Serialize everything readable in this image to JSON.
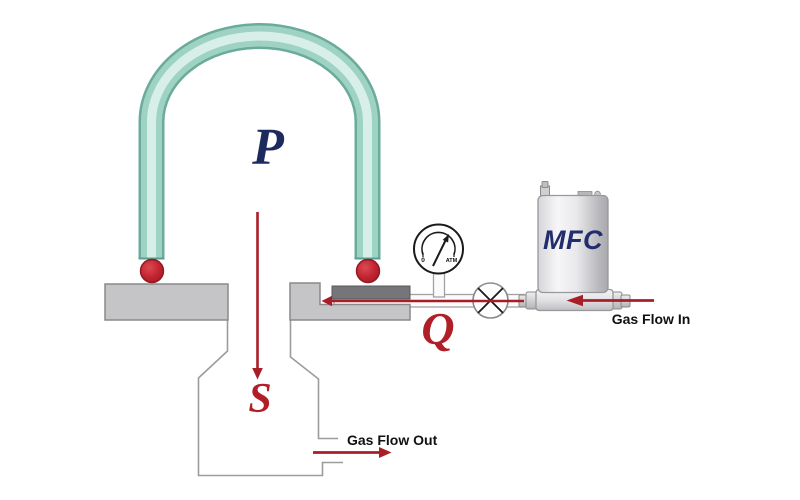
{
  "diagram": {
    "labels": {
      "pressure": "P",
      "flow_rate": "Q",
      "pumping_speed": "S",
      "controller": "MFC",
      "gas_flow_in": "Gas Flow In",
      "gas_flow_out": "Gas Flow Out"
    },
    "gauge": {
      "min_label": "0",
      "max_label": "ATM"
    },
    "colors": {
      "tube_teal_dark": "#6aab9b",
      "tube_teal_mid": "#9ed3c4",
      "tube_teal_light": "#d8efe9",
      "ball_red": "#c32331",
      "arrow_red": "#a91e26",
      "label_red": "#b01f28",
      "label_navy": "#1d2a5e",
      "mfc_blue": "#222d6d",
      "block_gray": "#c5c5c7",
      "dark_bar_gray": "#76767a",
      "outline_gray": "#9c9c9e",
      "text_black": "#111111"
    }
  }
}
